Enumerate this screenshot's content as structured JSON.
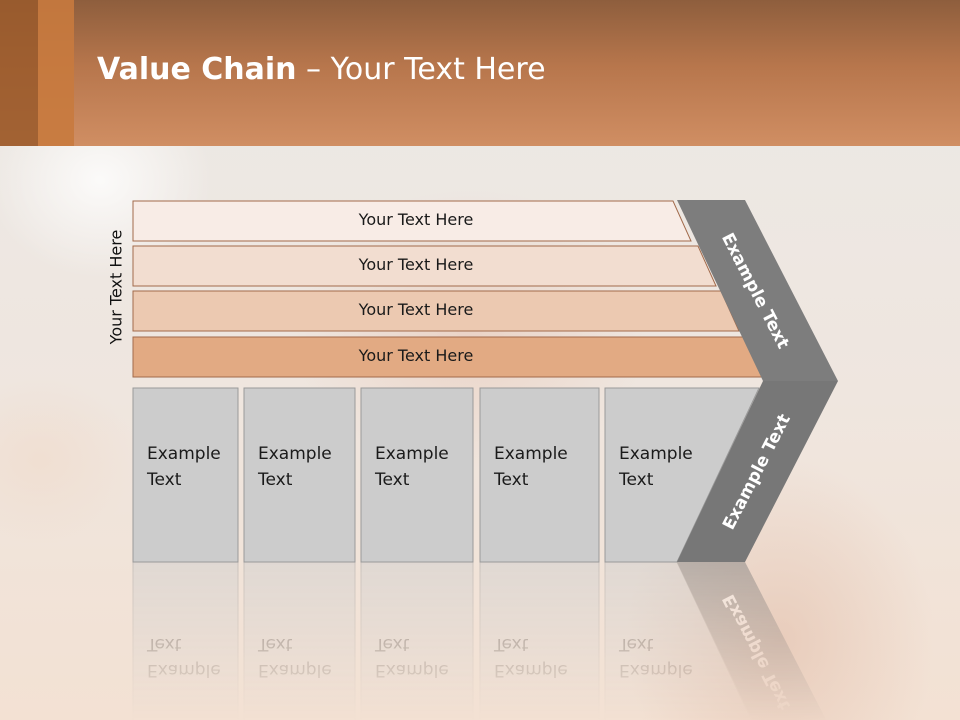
{
  "slide": {
    "title_bold": "Value Chain",
    "title_rest": " – Your Text Here",
    "side_label": "Your Text Here"
  },
  "support_rows": [
    {
      "label": "Your Text Here",
      "fill": "#f8ece6"
    },
    {
      "label": "Your Text Here",
      "fill": "#f2ddd0"
    },
    {
      "label": "Your Text Here",
      "fill": "#ecc9b1"
    },
    {
      "label": "Your Text Here",
      "fill": "#e2aa83"
    }
  ],
  "primary_boxes": [
    {
      "line1": "Example",
      "line2": "Text"
    },
    {
      "line1": "Example",
      "line2": "Text"
    },
    {
      "line1": "Example",
      "line2": "Text"
    },
    {
      "line1": "Example",
      "line2": "Text"
    },
    {
      "line1": "Example",
      "line2": "Text"
    }
  ],
  "chevron": {
    "upper_label": "Example Text",
    "lower_label": "Example Text",
    "upper_fill": "#7d7d7d",
    "lower_fill": "#777777"
  },
  "colors": {
    "header": "#c88455",
    "row_stroke": "#a26a4b",
    "box_fill": "#cccccc",
    "box_stroke": "#9a9a9a"
  }
}
